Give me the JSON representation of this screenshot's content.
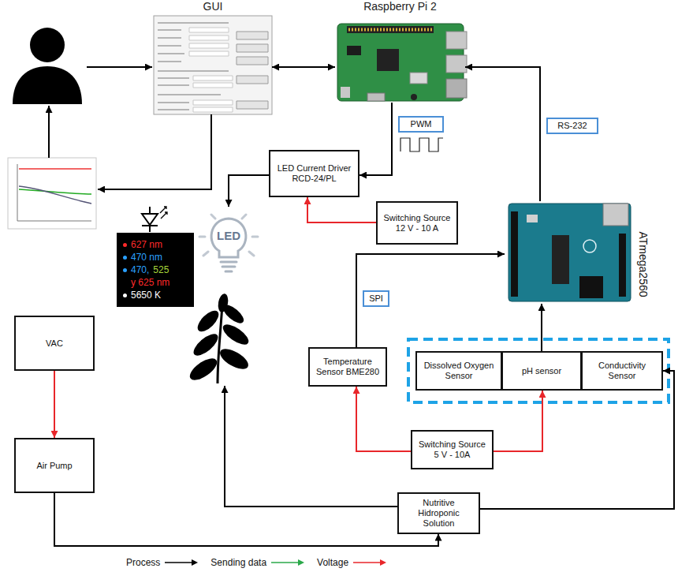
{
  "diagram": {
    "nodes": [
      {
        "text": [
          "GUI"
        ]
      },
      {
        "text": [
          "Raspberry Pi 2"
        ]
      },
      {
        "text": [
          "PWM"
        ]
      },
      {
        "text": [
          "RS-232"
        ]
      },
      {
        "text": [
          "LED Current Driver RCD-24/PL"
        ]
      },
      {
        "text": [
          "Switching Source 12 V - 10 A"
        ]
      },
      {
        "text": [
          "ATmega2560"
        ]
      },
      {
        "text": [
          "627 nm",
          "470 nm",
          "470,",
          "525",
          "y 625 nm",
          "5650 K"
        ]
      },
      {
        "text": [
          "LED"
        ]
      },
      {
        "text": [
          "SPI"
        ]
      },
      {
        "text": [
          "VAC"
        ]
      },
      {
        "text": [
          "Temperature Sensor BME280"
        ]
      },
      {
        "text": [
          "Dissolved Oxygen Sensor"
        ]
      },
      {
        "text": [
          "pH sensor"
        ]
      },
      {
        "text": [
          "Conductivity Sensor"
        ]
      },
      {
        "text": [
          "Switching Source 5 V - 10A"
        ]
      },
      {
        "text": [
          "Air Pump"
        ]
      },
      {
        "text": [
          "Nutritive Hidroponic Solution"
        ]
      }
    ],
    "edges": [
      {
        "from": 0,
        "to": 1,
        "arrow": "both"
      },
      {
        "from": 1,
        "to": 4,
        "arrow": "to"
      },
      {
        "from": 6,
        "to": 1,
        "arrow": "to"
      },
      {
        "from": 5,
        "to": 4,
        "arrow": "to"
      },
      {
        "from": 4,
        "to": 8,
        "arrow": "to"
      },
      {
        "from": 11,
        "to": 6,
        "arrow": "to"
      },
      {
        "from": 13,
        "to": 6,
        "arrow": "to"
      },
      {
        "from": 15,
        "to": 11,
        "arrow": "to"
      },
      {
        "from": 15,
        "to": 13,
        "arrow": "to"
      },
      {
        "from": 10,
        "to": 16,
        "arrow": "to"
      },
      {
        "from": 16,
        "to": 17,
        "arrow": "to"
      },
      {
        "from": 17,
        "to": 14,
        "arrow": "to"
      }
    ],
    "legend": [
      {
        "text": "Process"
      },
      {
        "text": "Sending data"
      },
      {
        "text": "Voltage"
      }
    ]
  }
}
